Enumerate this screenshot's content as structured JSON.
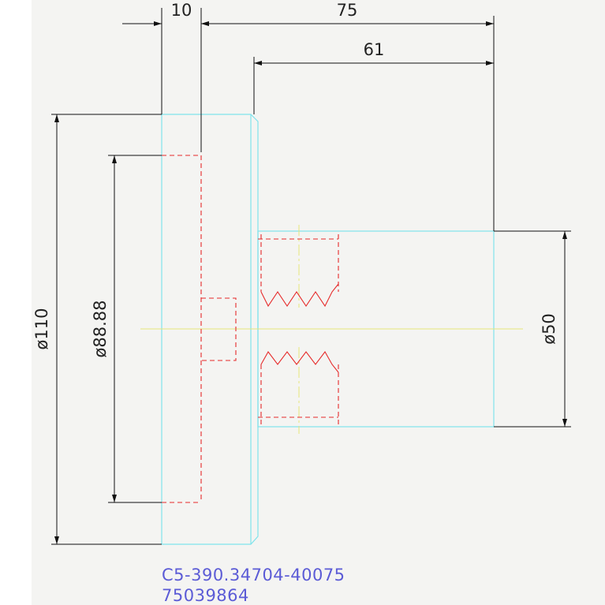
{
  "colors": {
    "background": "#f4f4f2",
    "outline": "#7fe3ec",
    "hidden": "#e62a2a",
    "centerline": "#e6e67a",
    "dimension": "#111111",
    "part_text": "#5b5bd6"
  },
  "dimensions": {
    "width_10": "10",
    "width_75": "75",
    "width_61": "61",
    "dia_110": "ø110",
    "dia_88_88": "ø88.88",
    "dia_50": "ø50"
  },
  "part": {
    "number": "C5-390.34704-40075",
    "code": "75039864"
  }
}
